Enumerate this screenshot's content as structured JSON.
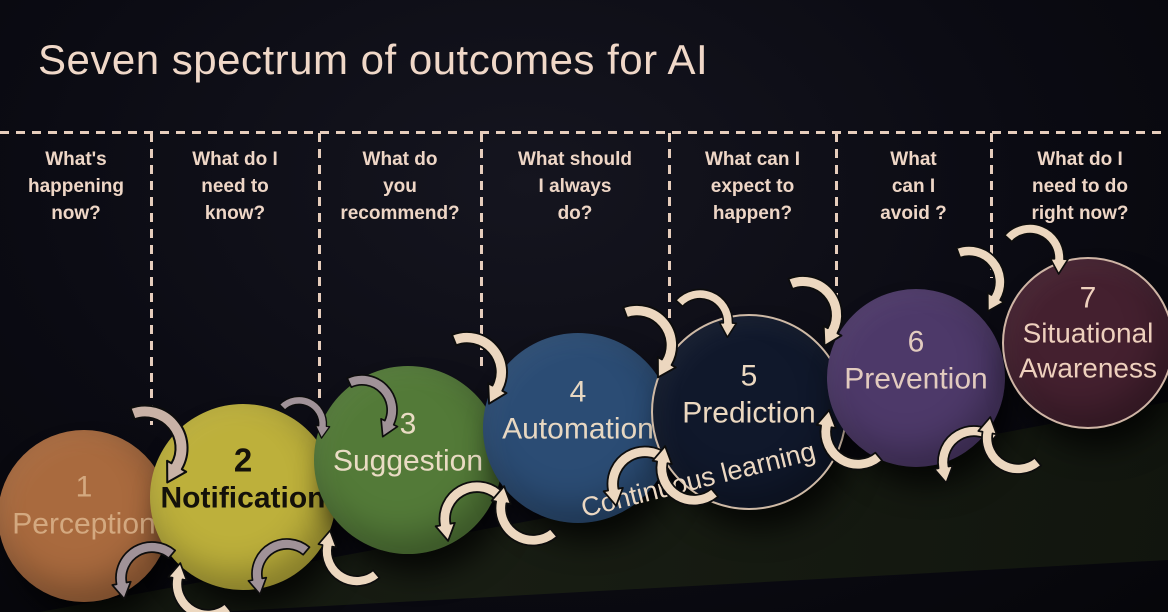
{
  "title": "Seven spectrum of outcomes for AI",
  "columns": [
    {
      "question": "What's\nhappening\nnow?"
    },
    {
      "question": "What do I\nneed to\nknow?"
    },
    {
      "question": "What do\nyou\nrecommend?"
    },
    {
      "question": "What should\nI always\ndo?"
    },
    {
      "question": "What can I\nexpect to\nhappen?"
    },
    {
      "question": "What\ncan I\navoid ?"
    },
    {
      "question": "What do I\nneed to do\nright now?"
    }
  ],
  "stages": [
    {
      "number": "1",
      "label": "Perception",
      "color": "#a96a3e",
      "text_color": "#dab28a"
    },
    {
      "number": "2",
      "label": "Notification",
      "color": "#bdb03b",
      "text_color": "#14110a"
    },
    {
      "number": "3",
      "label": "Suggestion",
      "color": "#537a38",
      "text_color": "#eadcc4"
    },
    {
      "number": "4",
      "label": "Automation",
      "color": "#2b4c74",
      "text_color": "#e8d8c2"
    },
    {
      "number": "5",
      "label": "Prediction",
      "color": "#10182b",
      "text_color": "#ecd8c0",
      "border": "#cfbaa6"
    },
    {
      "number": "6",
      "label": "Prevention",
      "color": "#4d3969",
      "text_color": "#e2cbbf"
    },
    {
      "number": "7",
      "label": "Situational\nAwareness",
      "color": "#44202f",
      "text_color": "#eed0bd",
      "border": "#cfb5a5"
    }
  ],
  "banner": {
    "label": "Continuous learning"
  },
  "colors": {
    "background": "#0b0b13",
    "title_text": "#f0d8c8",
    "question_text": "#eed6c6",
    "dashed_line": "#e6cdbc",
    "band_label_text": "#ecd8c2",
    "arrow_cream": "#ecd7bf",
    "arrow_grey": "#a09298",
    "arrow_tan": "#c9b2a6"
  }
}
